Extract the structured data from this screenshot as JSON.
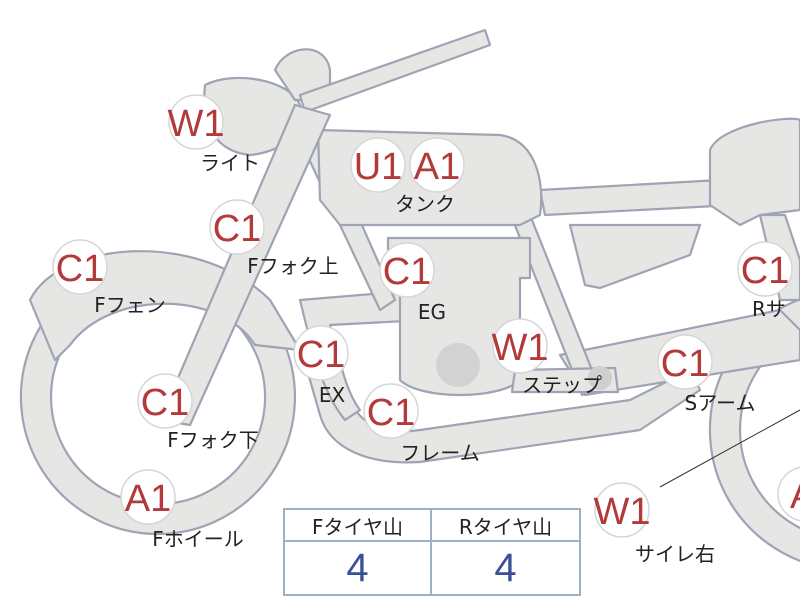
{
  "inspection_points": [
    {
      "id": "light",
      "codes": [
        "W1"
      ],
      "label": "ライト"
    },
    {
      "id": "tank",
      "codes": [
        "U1",
        "A1"
      ],
      "label": "タンク"
    },
    {
      "id": "front-fork-upper",
      "codes": [
        "C1"
      ],
      "label": "Fフォク上"
    },
    {
      "id": "front-fender",
      "codes": [
        "C1"
      ],
      "label": "Fフェン"
    },
    {
      "id": "engine",
      "codes": [
        "C1"
      ],
      "label": "EG"
    },
    {
      "id": "exhaust",
      "codes": [
        "C1"
      ],
      "label": "EX"
    },
    {
      "id": "step",
      "codes": [
        "W1"
      ],
      "label": "ステップ"
    },
    {
      "id": "front-fork-lower",
      "codes": [
        "C1"
      ],
      "label": "Fフォク下"
    },
    {
      "id": "frame",
      "codes": [
        "C1"
      ],
      "label": "フレーム"
    },
    {
      "id": "swing-arm",
      "codes": [
        "C1"
      ],
      "label": "Sアーム"
    },
    {
      "id": "rear-suspension",
      "codes": [
        "C1"
      ],
      "label": "Rサ"
    },
    {
      "id": "front-wheel",
      "codes": [
        "A1"
      ],
      "label": "Fホイール"
    },
    {
      "id": "muffler-right",
      "codes": [
        "W1"
      ],
      "label": "サイレ右"
    },
    {
      "id": "rear-wheel",
      "codes": [
        "A"
      ],
      "label": ""
    }
  ],
  "tire_tread": {
    "front_label": "Fタイヤ山",
    "rear_label": "Rタイヤ山",
    "front_value": "4",
    "rear_value": "4"
  },
  "colors": {
    "badge_text": "#b33a3a",
    "part_fill": "#e6e6e4",
    "part_outline": "#9ea4b3",
    "tread_value": "#3a4f95",
    "table_border": "#9fb0c7"
  }
}
